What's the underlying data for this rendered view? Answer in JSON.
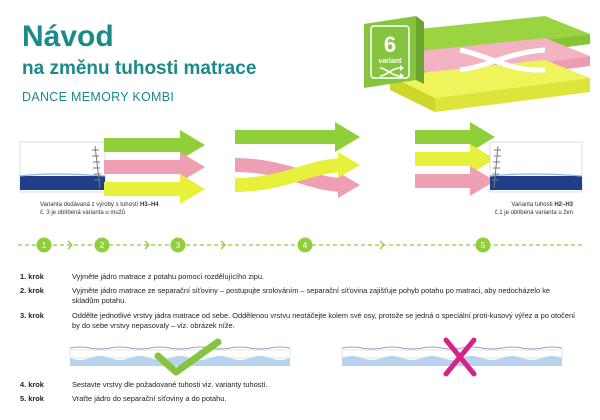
{
  "header": {
    "title": "Návod",
    "subtitle": "na změnu tuhosti matrace",
    "product": "DANCE MEMORY KOMBI"
  },
  "badge": {
    "count": "6",
    "label": "variant"
  },
  "captions": {
    "left": {
      "prefix": "Varianta dodávaná z výroby s tuhostí ",
      "grade": "H3–H4",
      "rest": "č. 3 je oblíbená varianta u mužů"
    },
    "right": {
      "prefix": "Varianta tuhosti ",
      "grade": "H2–H3",
      "rest": "č.1 je oblíbená varianta u žen"
    }
  },
  "step_numbers": [
    "1",
    "2",
    "3",
    "4",
    "5"
  ],
  "instructions": [
    {
      "label": "1. krok",
      "text": "Vyjměte jádro matrace z potahu pomocí rozdělujícího zipu."
    },
    {
      "label": "2. krok",
      "text": "Vyjměte jádro matrace ze separační síťoviny – postupujte srolováním – separační síťovina zajišťuje pohyb potahu po matraci, aby nedocházelo ke skladům potahu."
    },
    {
      "label": "3. krok",
      "text": "Oddělte jednotlivé vrstvy jádra matrace od sebe. Oddělenou vrstvu neotáčejte kolem své osy, protože se jedná o speciální proti-kusový výřez a po otočení by do sebe vrstvy nepasovaly – viz. obrázek níže."
    },
    {
      "label": "4. krok",
      "text": "Sestavte vrstvy dle požadované tuhosti viz. varianty tuhostí."
    },
    {
      "label": "5. krok",
      "text": "Vraťte jádro do separační síťoviny a do potahu."
    }
  ],
  "colors": {
    "teal": "#1a8a8a",
    "green": "#8fcf3a",
    "pink": "#ee9fb2",
    "yellow": "#e7f03a",
    "navy": "#1f3f88",
    "check": "#86c440",
    "cross": "#d6238a"
  },
  "icons": [
    "swap-arrows-icon",
    "check-icon",
    "cross-icon",
    "zipper-icon"
  ]
}
